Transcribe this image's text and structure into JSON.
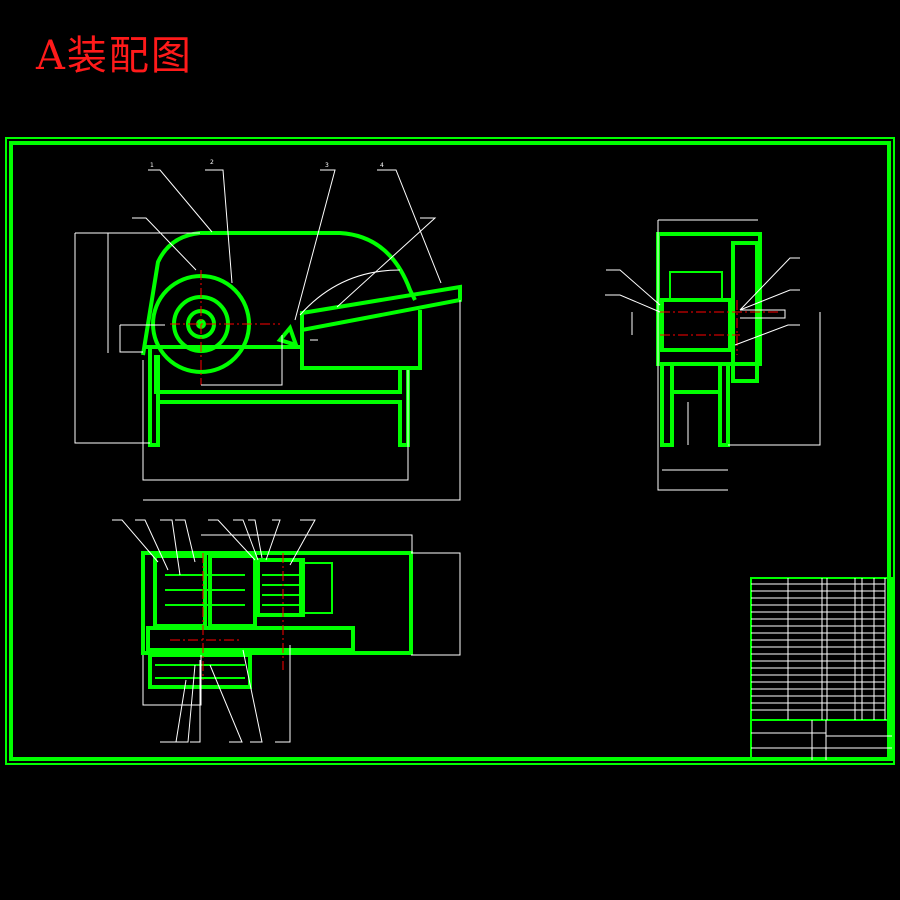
{
  "title": "A装配图",
  "colors": {
    "background": "#000000",
    "outline": "#00ff00",
    "title": "#ff0000",
    "dimension": "#ffffff",
    "centerline": "#ff0000"
  },
  "front_view": {
    "balloons": [
      "1",
      "2",
      "3",
      "4"
    ]
  }
}
